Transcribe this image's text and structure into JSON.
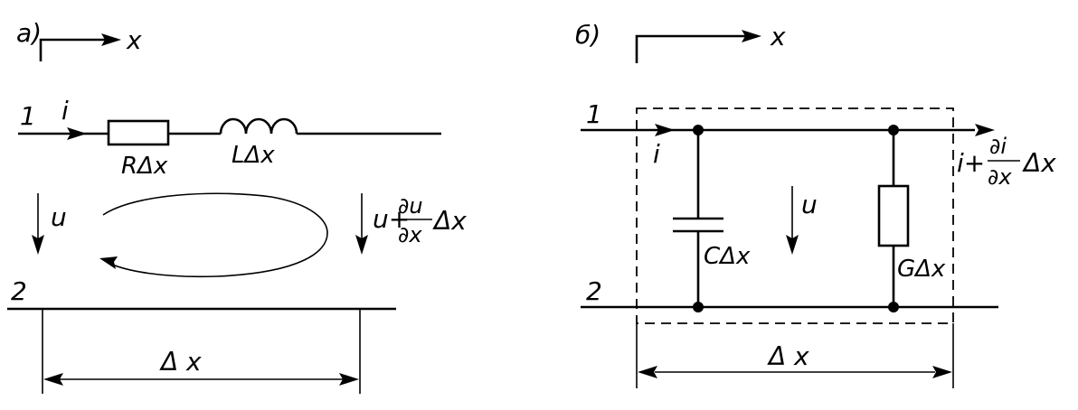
{
  "diagram": {
    "panel_a": {
      "tag": "а)",
      "axis_label": "x",
      "wire_top": "1",
      "wire_bottom": "2",
      "current": "i",
      "resistor_label": "RΔx",
      "inductor_label": "LΔx",
      "voltage_left": "u",
      "voltage_right": {
        "prefix": "u+",
        "numerator": "∂u",
        "denominator": "∂x",
        "suffix": "Δx"
      },
      "width_label": "Δ x"
    },
    "panel_b": {
      "tag": "б)",
      "axis_label": "x",
      "wire_top": "1",
      "wire_bottom": "2",
      "current_in": "i",
      "current_out": {
        "prefix": "i+",
        "numerator": "∂i",
        "denominator": "∂x",
        "suffix": "Δx"
      },
      "voltage": "u",
      "capacitor_label": "CΔx",
      "conductance_label": "GΔx",
      "width_label": "Δ x"
    }
  }
}
